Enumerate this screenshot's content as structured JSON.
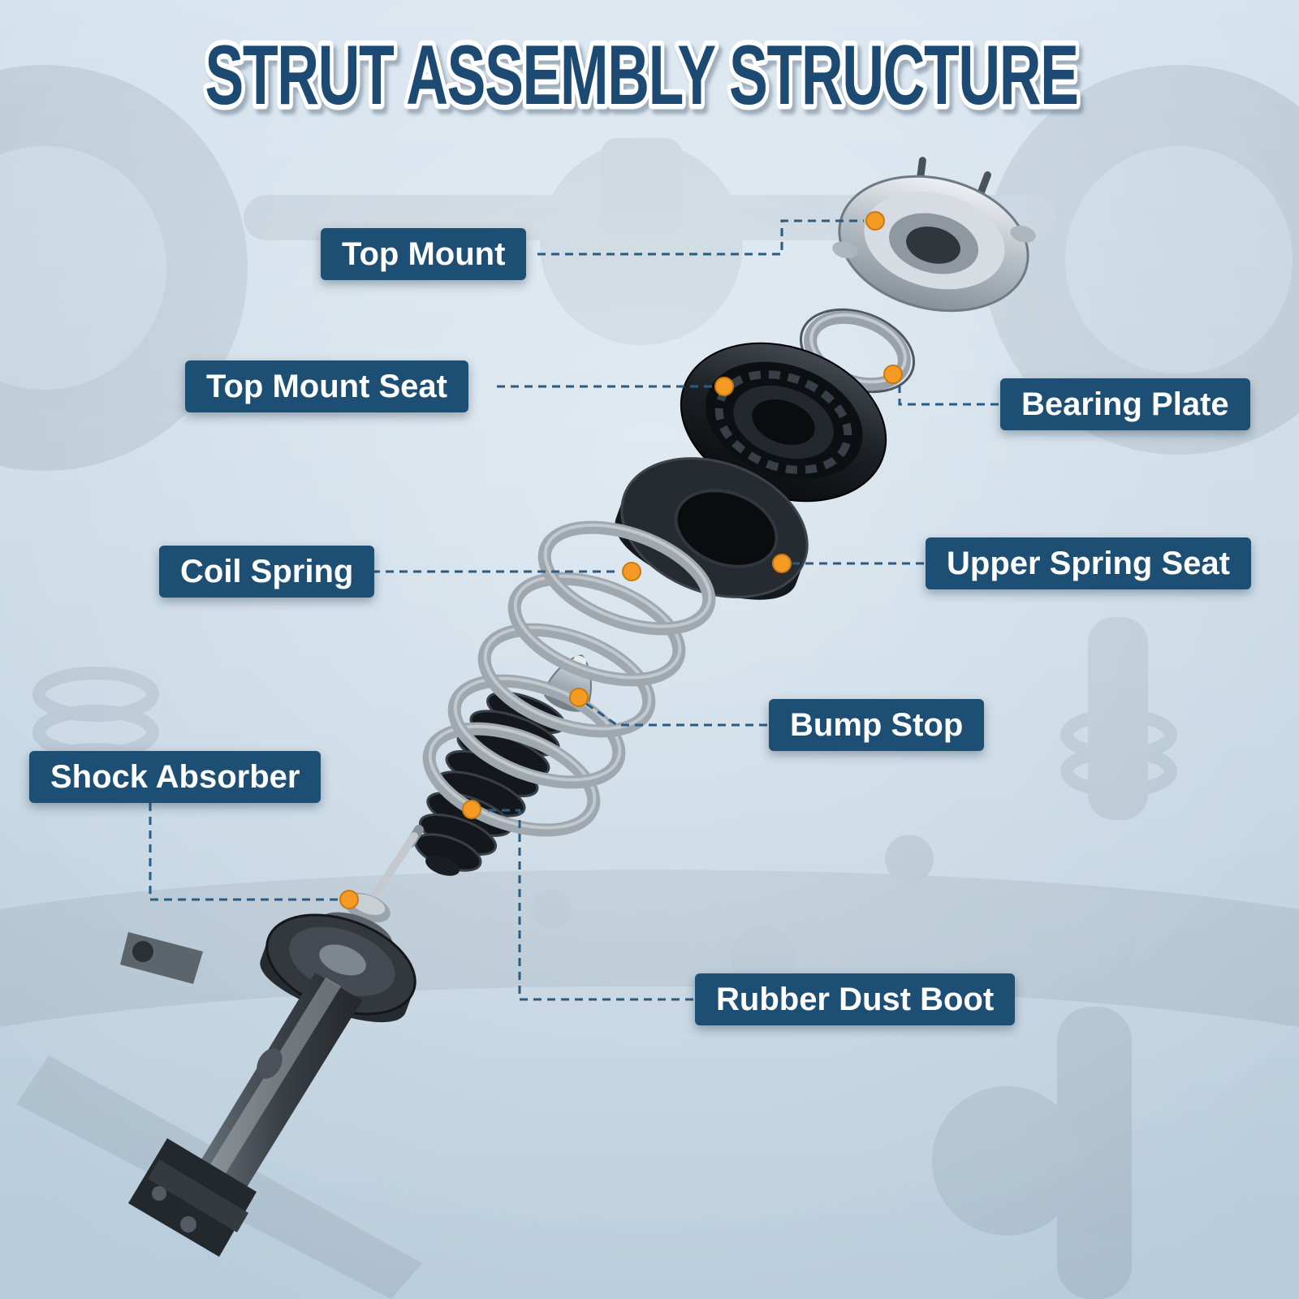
{
  "title": "STRUT ASSEMBLY STRUCTURE",
  "labels": {
    "top_mount": "Top Mount",
    "top_mount_seat": "Top Mount Seat",
    "bearing_plate": "Bearing Plate",
    "coil_spring": "Coil Spring",
    "upper_spring_seat": "Upper Spring Seat",
    "bump_stop": "Bump Stop",
    "shock_absorber": "Shock Absorber",
    "rubber_dust_boot": "Rubber Dust Boot"
  },
  "colors": {
    "label_background": "#1d4e73",
    "label_text": "#ffffff",
    "title_fill": "#1c4a72",
    "title_outline": "#ffffff",
    "connector_line": "#2b5b81",
    "part_marker": "#f59b25",
    "background_top": "#d2e0ec",
    "background_bottom": "#b7cbdb"
  }
}
